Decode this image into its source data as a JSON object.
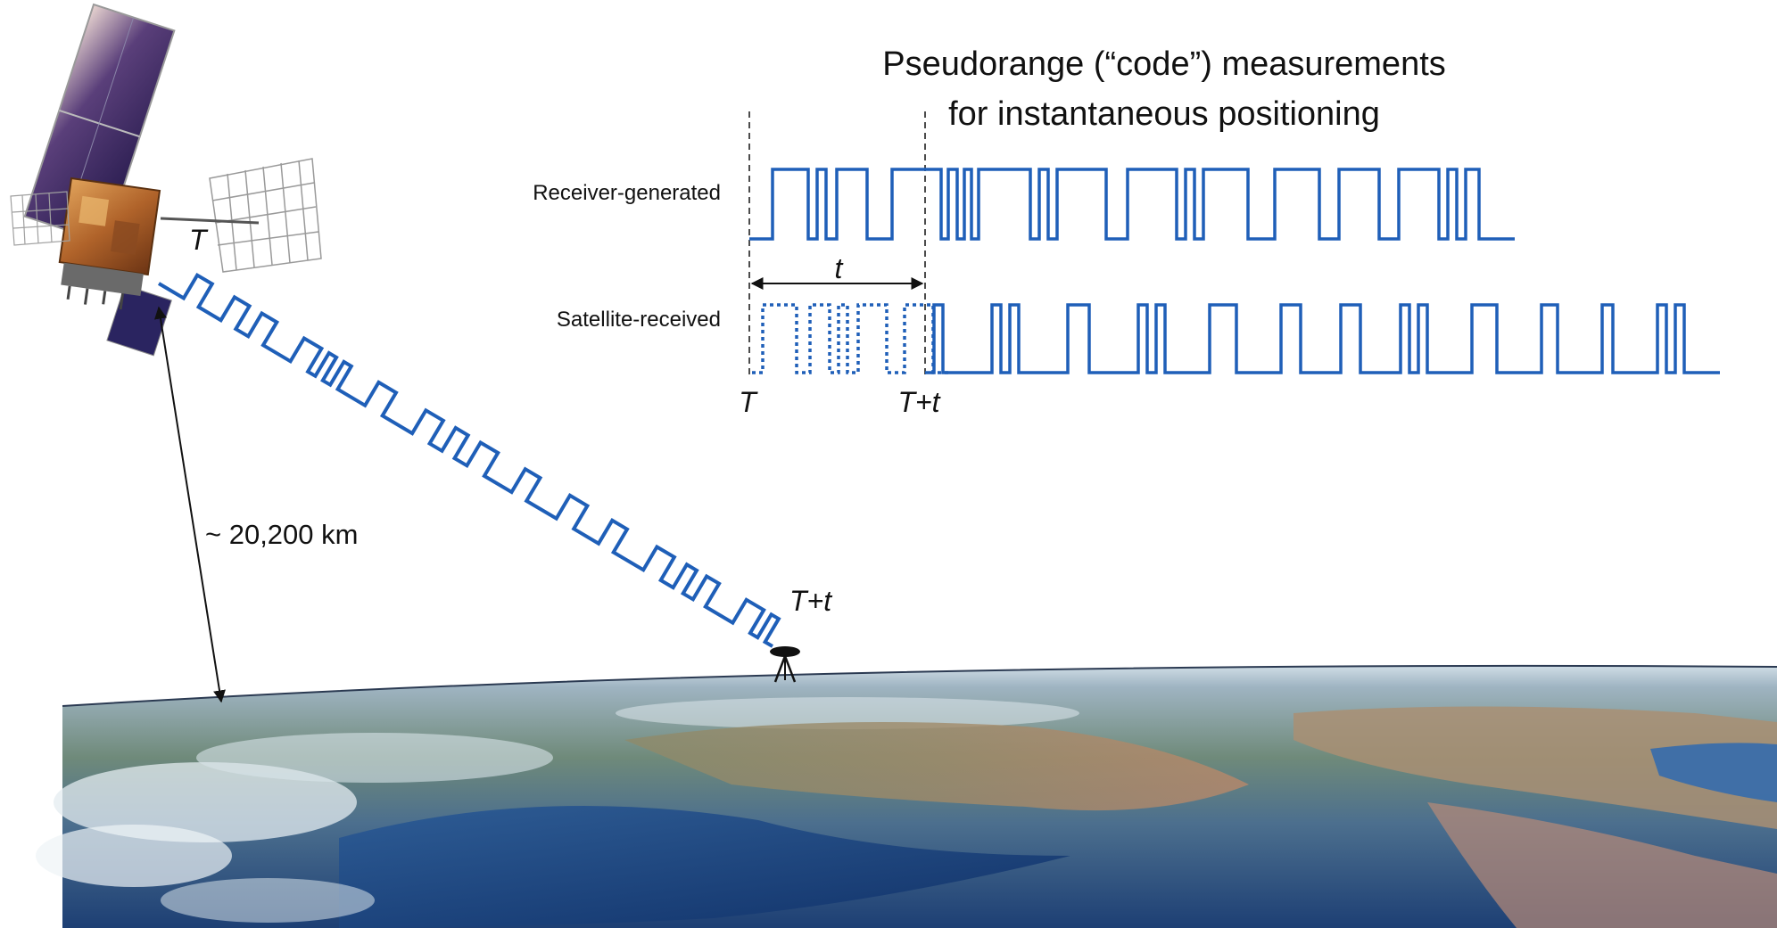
{
  "title": {
    "line1": "Pseudorange (“code”) measurements",
    "line2": "for instantaneous positioning"
  },
  "labels": {
    "receiver_generated": "Receiver-generated",
    "satellite_received": "Satellite-received",
    "delta_t": "t",
    "t_start": "T",
    "t_end_prefix": "T+",
    "t_end_var": "t",
    "sat_time": "T",
    "recv_time_prefix": "T+",
    "recv_time_var": "t",
    "distance": "~ 20,200 km"
  },
  "icons": {
    "satellite": "satellite-icon",
    "earth": "earth-horizon-image",
    "receiver": "tripod-receiver-icon"
  },
  "colors": {
    "signal": "#1f5fb8",
    "text": "#111111",
    "sky": "#ffffff"
  }
}
